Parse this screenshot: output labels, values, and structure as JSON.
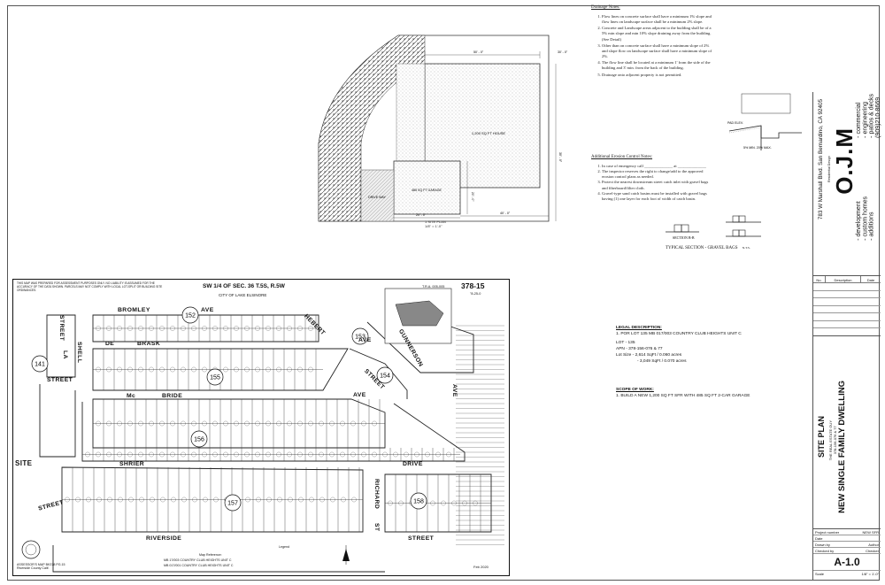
{
  "drainage_notes": {
    "title": "Drainage Notes:",
    "items": [
      "Flow lines on concrete surface shall have a minimum 1% slope and flow lines on landscape surface shall be a minimum 2% slope.",
      "Concrete and Landscape areas adjacent to the building shall be of a 5% min slope and min 10% slope draining away from the building. (See Detail)",
      "Other than on concrete surface shall have a minimum slope of 2% and slope flow on landscape surface shall have a minimum slope of 2%.",
      "The flow line shall be located at a minimum 1' from the side of the building and 3' min. from the back of the building.",
      "Drainage onto adjacent property is not permitted."
    ]
  },
  "erosion_notes": {
    "title": "Additional Erosion Control Notes:",
    "items": [
      "In case of emergency call ______________ at ______________",
      "The inspector reserves the right to change/add to the approved erosion control plans as needed.",
      "Protect the nearest downstream street catch inlet with gravel bags and fiberboard/filter cloth.",
      "Gravel-type sand catch basins must be installed with gravel bags having (1) one layer for each foot of width of catch basin."
    ]
  },
  "site_plan": {
    "house_label": "1,200 SQ FT HOUSE",
    "garage_label": "485 SQ FT GARAGE",
    "drive_label": "DRIVE WAY",
    "dim_top_left": "50' - 0\"",
    "dim_top_right": "30' - 0\"",
    "dim_right": "30' - 0\"",
    "dim_bottom_left": "20' - 0\"",
    "dim_bottom_right": "40' - 0\"",
    "dim_garage": "20' - 0\"",
    "caption_title": "1 SITE PLAN",
    "caption_scale": "1/8\" = 1'-0\""
  },
  "detail": {
    "label_pad_elev": "PAD ELEV.",
    "label_slope": "5% MIN. 20% MAX."
  },
  "section": {
    "label": "SECTION B-B",
    "caption": "TYPICAL SECTION - GRAVEL BAGS",
    "caption_sub": "N.T.S."
  },
  "map": {
    "header": "SW 1/4 OF SEC. 36 T.5S, R.5W",
    "city": "CITY OF LAKE ELSINORE",
    "book_number": "378-15",
    "tra": "T.R.A. 005-005",
    "tra2": "\"8-25-0",
    "note": "THIS MAP WAS PREPARED FOR ASSESSMENT PURPOSES ONLY. NO LIABILITY IS ASSUMED FOR THE ACCURACY OF THE DATA SHOWN. PARCELS MAY NOT COMPLY WITH LOCAL LOT-SPLIT OR BUILDING SITE ORDINANCES.",
    "streets": {
      "bromley": "BROMLEY",
      "bromley_ave": "AVE",
      "de": "DE",
      "brask": "BRASK",
      "brask_ave": "AVE",
      "mc": "Mc",
      "bride": "BRIDE",
      "bride_ave": "AVE",
      "shrier": "SHRIER",
      "drive": "DRIVE",
      "riverside": "RIVERSIDE",
      "street_bottom": "STREET",
      "street_left": "STREET",
      "street_left2": "STREET",
      "street_top": "STREET",
      "la": "LA",
      "shell": "SHELL",
      "hebert": "HEBERT",
      "gunnerson": "GUNNERSON",
      "richard": "RICHARD",
      "street_richard": "ST",
      "street_hebert": "STREET",
      "site": "SITE",
      "gunnerson_ave": "AVE"
    },
    "page_circles": [
      "152",
      "153",
      "141",
      "154",
      "155",
      "156",
      "157",
      "158"
    ],
    "foot_left": "ASSESSOR'S MAP BK378 PG.15\nRiverside County Calif.",
    "foot_mid_title": "Map Reference:",
    "foot_mid_1": "MB 17/003 COUNTRY CLUB HEIGHTS UNIT C",
    "foot_mid_2": "MB 017/001 COUNTRY CLUB HEIGHTS UNIT C",
    "foot_legend": "Legend",
    "foot_date": "Feb 2020"
  },
  "legal": {
    "title": "LEGAL DESCRIPTION:",
    "line1": "1. POR LOT 135 MB 017/003 COUNTRY CLUB HEIGHTS UNIT C",
    "lot": "LOT     - 135",
    "apn": "APN     - 378-156-076 & 77",
    "lot_size": "Lot Size  - 2,614 SqFt / 0.060 acres",
    "lot_size2": "- 3,049 SqFt / 0.070 acres"
  },
  "scope": {
    "title": "SCOPE OF WORK:",
    "line1": "1. BUILD A NEW 1,200 SQ FT SFR WITH 485 SQ FT 2-CAR GARAGE"
  },
  "title_block": {
    "logo": "O.J.M",
    "logo_sub": "Residential Design",
    "address": "783 W Marshall Blvd. San Bernardino, CA 92405",
    "services_left": [
      "- development",
      "- custom homes",
      "- additions"
    ],
    "services_right": [
      "- commercial",
      "- engineering",
      "- patios & decks",
      "(909)210-8669"
    ],
    "rev_no": "No.",
    "rev_desc": "Description",
    "rev_date": "Date",
    "project_title": "NEW SINGLE FAMILY DWELLING",
    "project_sub1": "THE REAL ESTATE GUY",
    "project_sub2": "378-156-076 & 77",
    "sheet_title": "SITE PLAN",
    "project_number_label": "Project number",
    "project_number": "NEW SFR",
    "date_label": "Date",
    "date_value": "",
    "drawn_label": "Drawn by",
    "drawn_value": "Author",
    "checked_label": "Checked by",
    "checked_value": "Checker",
    "sheet_no": "A-1.0",
    "scale_label": "Scale",
    "scale_value": "1/8\" = 1'-0\""
  }
}
